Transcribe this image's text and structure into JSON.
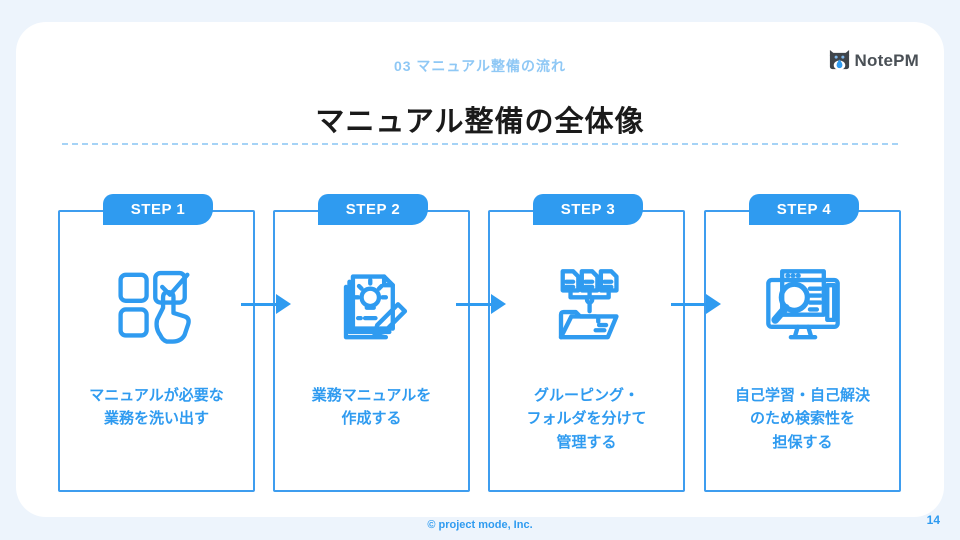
{
  "slide": {
    "kicker": "03 マニュアル整備の流れ",
    "title": "マニュアル整備の全体像",
    "logo_text": "NotePM",
    "footer": "© project mode, Inc.",
    "page_number": "14"
  },
  "steps": [
    {
      "label": "STEP 1",
      "icon": "checkbox-select-icon",
      "caption": "マニュアルが必要な\n業務を洗い出す"
    },
    {
      "label": "STEP 2",
      "icon": "document-idea-pencil-icon",
      "caption": "業務マニュアルを\n作成する"
    },
    {
      "label": "STEP 3",
      "icon": "folder-grouping-icon",
      "caption": "グルーピング・\nフォルダを分けて\n管理する"
    },
    {
      "label": "STEP 4",
      "icon": "search-monitor-icon",
      "caption": "自己学習・自己解決\nのため検索性を\n担保する"
    }
  ],
  "colors": {
    "background": "#edf4fc",
    "card": "#ffffff",
    "accent_blue": "#2f9bf0",
    "box_border": "#3e9def",
    "kicker_blue": "#8fc8f5",
    "divider_blue": "#a6d3f6",
    "title_text": "#1a1a1a",
    "logo_text": "#4a5056"
  }
}
